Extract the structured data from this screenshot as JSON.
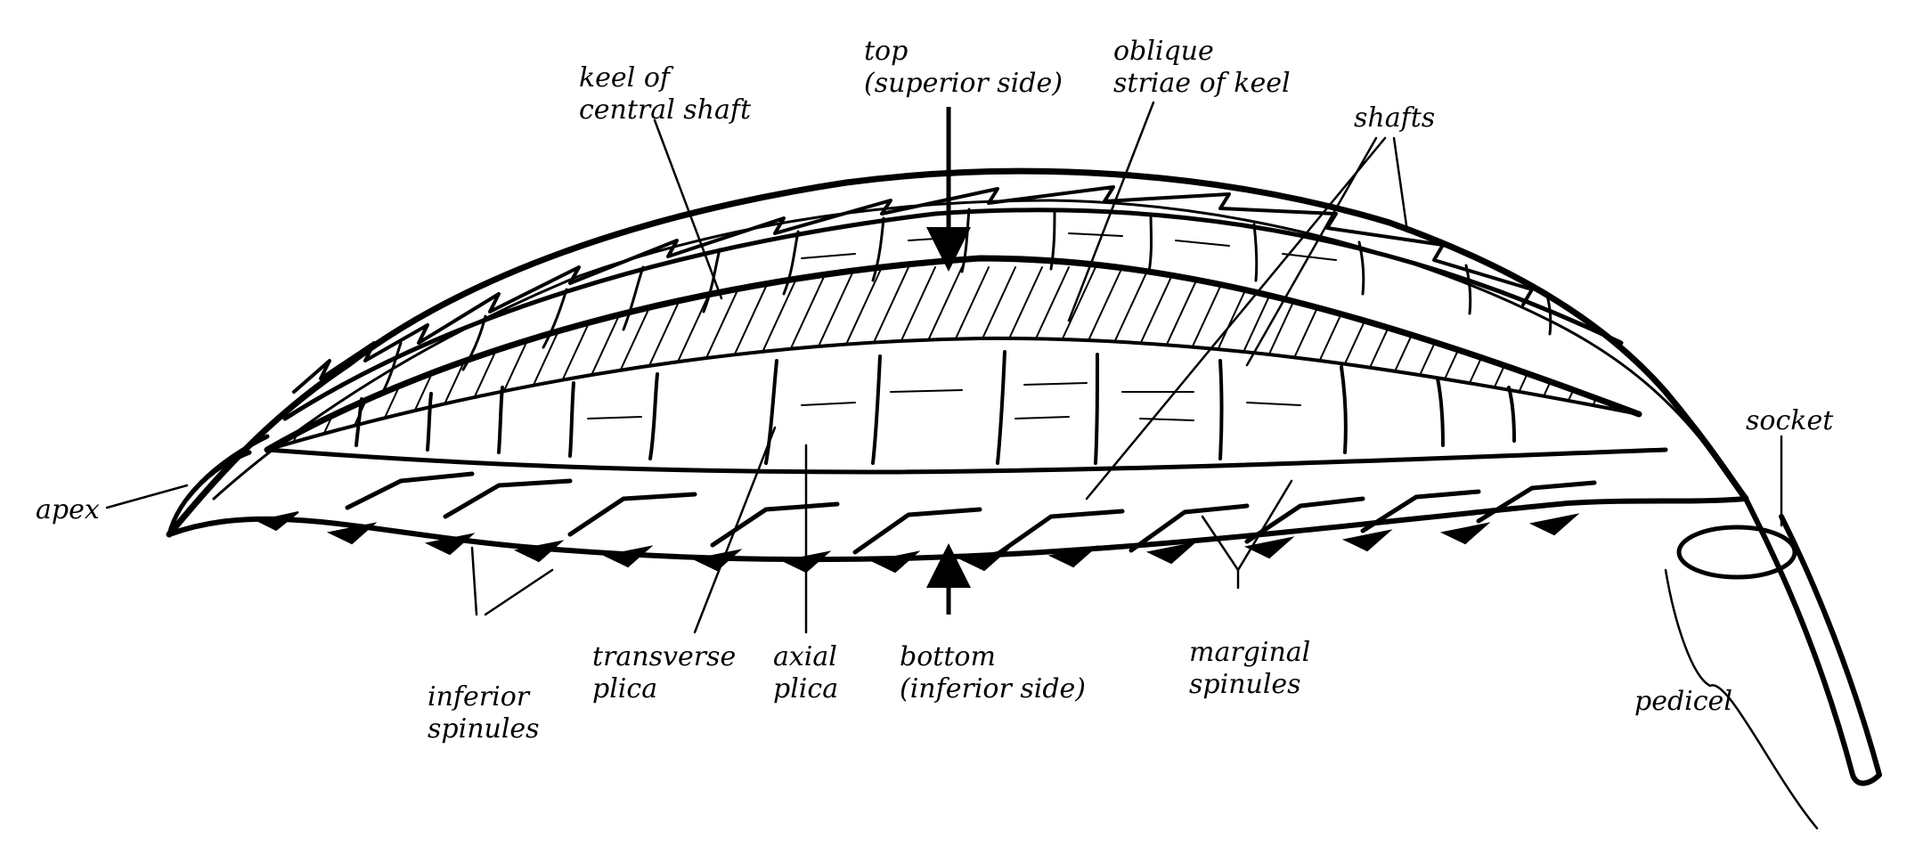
{
  "labels": {
    "apex": [
      "apex"
    ],
    "keel": [
      "keel of",
      "central shaft"
    ],
    "top": [
      "top",
      "(superior side)"
    ],
    "oblique": [
      "oblique",
      "striae of keel"
    ],
    "shafts": [
      "shafts"
    ],
    "socket": [
      "socket"
    ],
    "inferior_spinules": [
      "inferior",
      "spinules"
    ],
    "transverse_plica": [
      "transverse",
      "plica"
    ],
    "axial_plica": [
      "axial",
      "plica"
    ],
    "bottom": [
      "bottom",
      "(inferior side)"
    ],
    "marginal_spinules": [
      "marginal",
      "spinules"
    ],
    "pedicel": [
      "pedicel"
    ]
  }
}
